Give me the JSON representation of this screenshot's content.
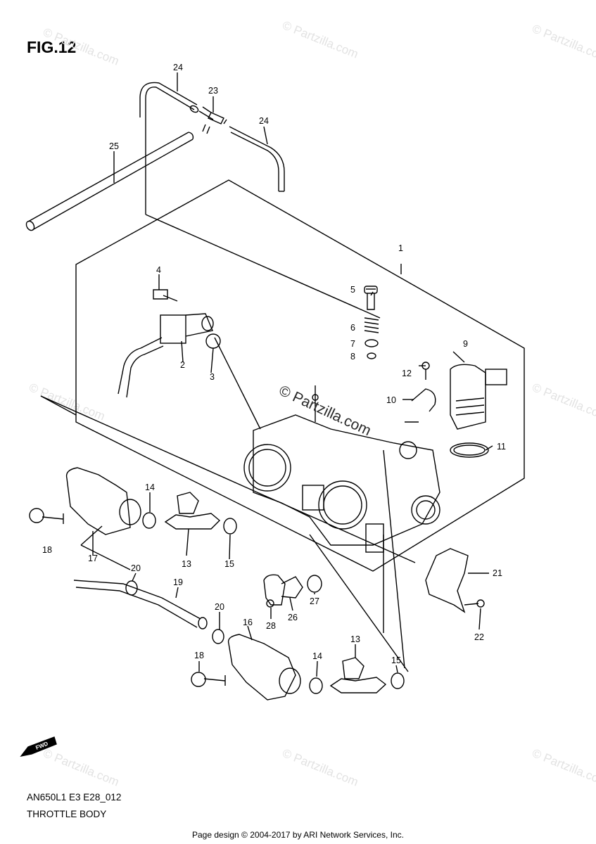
{
  "figure": {
    "title": "FIG.12",
    "code": "AN650L1 E3 E28_012",
    "caption": "THROTTLE BODY",
    "fwd_label": "FWD"
  },
  "watermark": {
    "text": "© Partzilla.com",
    "center_text": "© Partzilla.com"
  },
  "footer": {
    "text": "Page design © 2004-2017 by ARI Network Services, Inc."
  },
  "callouts": [
    "24",
    "23",
    "24",
    "25",
    "1",
    "4",
    "5",
    "6",
    "7",
    "8",
    "9",
    "12",
    "10",
    "2",
    "3",
    "11",
    "14",
    "18",
    "17",
    "13",
    "15",
    "20",
    "19",
    "21",
    "22",
    "20",
    "28",
    "26",
    "27",
    "16",
    "18",
    "14",
    "13",
    "15"
  ]
}
